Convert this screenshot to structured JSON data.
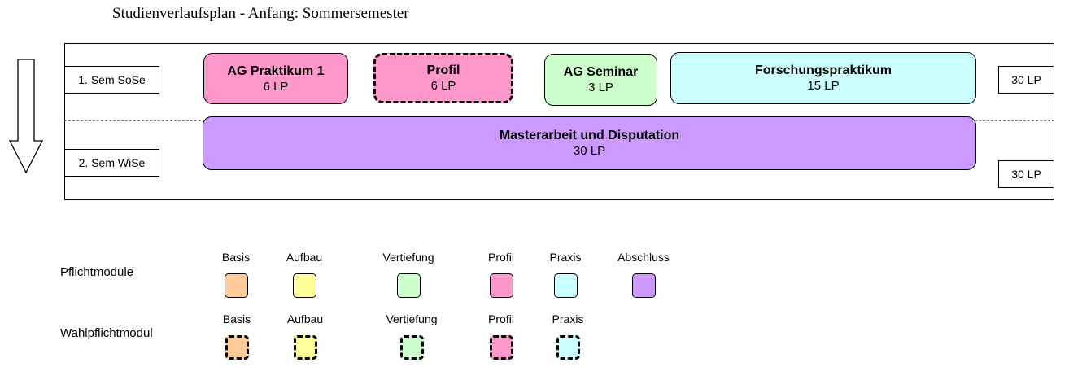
{
  "title": "Studienverlaufsplan - Anfang: Sommersemester",
  "semesters": [
    {
      "label": "1. Sem SoSe",
      "lp": "30 LP"
    },
    {
      "label": "2. Sem WiSe",
      "lp": "30 LP"
    }
  ],
  "modules": [
    {
      "name": "AG Praktikum 1",
      "lp": "6 LP",
      "category": "Profil",
      "type": "Pflichtmodul",
      "color": "#ff99cc"
    },
    {
      "name": "Profil",
      "lp": "6 LP",
      "category": "Profil",
      "type": "Wahlpflichtmodul",
      "color": "#ff99cc"
    },
    {
      "name": "AG Seminar",
      "lp": "3 LP",
      "category": "Vertiefung",
      "type": "Pflichtmodul",
      "color": "#ccffcc"
    },
    {
      "name": "Forschungspraktikum",
      "lp": "15 LP",
      "category": "Praxis",
      "type": "Pflichtmodul",
      "color": "#ccffff"
    },
    {
      "name": "Masterarbeit und Disputation",
      "lp": "30 LP",
      "category": "Abschluss",
      "type": "Pflichtmodul",
      "color": "#cc99ff"
    }
  ],
  "legend": {
    "pflicht_label": "Pflichtmodule",
    "wahlpflicht_label": "Wahlpflichtmodul",
    "pflicht": [
      {
        "name": "Basis",
        "color": "#ffcc99"
      },
      {
        "name": "Aufbau",
        "color": "#ffff99"
      },
      {
        "name": "Vertiefung",
        "color": "#ccffcc"
      },
      {
        "name": "Profil",
        "color": "#ff99cc"
      },
      {
        "name": "Praxis",
        "color": "#ccffff"
      },
      {
        "name": "Abschluss",
        "color": "#cc99ff"
      }
    ],
    "wahlpflicht": [
      {
        "name": "Basis",
        "color": "#ffcc99"
      },
      {
        "name": "Aufbau",
        "color": "#ffff99"
      },
      {
        "name": "Vertiefung",
        "color": "#ccffcc"
      },
      {
        "name": "Profil",
        "color": "#ff99cc"
      },
      {
        "name": "Praxis",
        "color": "#ccffff"
      }
    ]
  }
}
